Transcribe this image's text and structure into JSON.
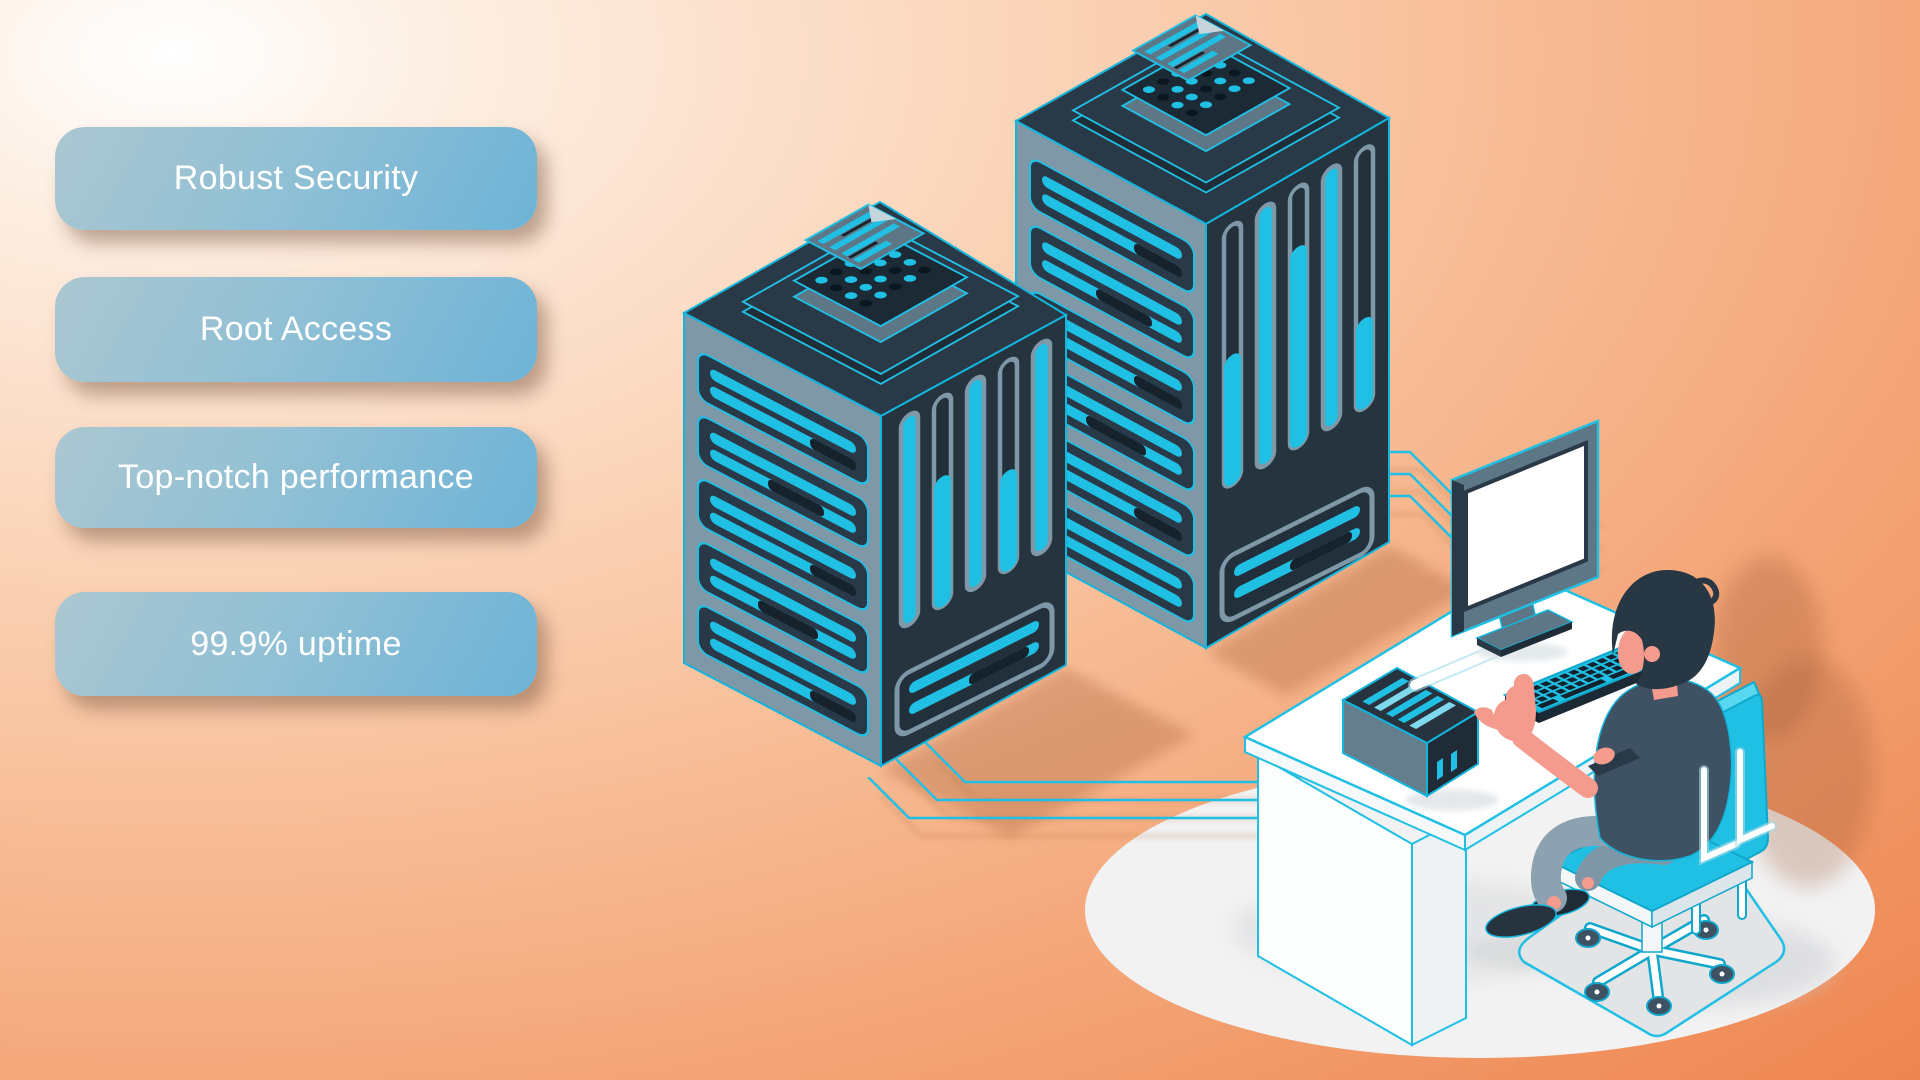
{
  "badges": {
    "items": [
      {
        "label": "Robust Security"
      },
      {
        "label": "Root Access"
      },
      {
        "label": "Top-notch performance"
      },
      {
        "label": "99.9% uptime"
      }
    ]
  },
  "illustration": {
    "elements": [
      "server-rack-left",
      "server-rack-right",
      "workstation-desk",
      "mini-server-box",
      "desktop-monitor",
      "keyboard",
      "office-chair",
      "person-working",
      "chair-mat",
      "network-cables",
      "floor-ellipse"
    ]
  },
  "colors": {
    "accent_cyan": "#1fc0e4",
    "dark_navy": "#263440",
    "slate_gray": "#7e98a8",
    "background_orange": "#ec7b45",
    "badge_gradient_start": "#abc7d1",
    "badge_gradient_end": "#6db3d6",
    "desk_white": "#ffffff",
    "skin_tone": "#f59b8e",
    "chair_cyan": "#1fc0e4"
  }
}
